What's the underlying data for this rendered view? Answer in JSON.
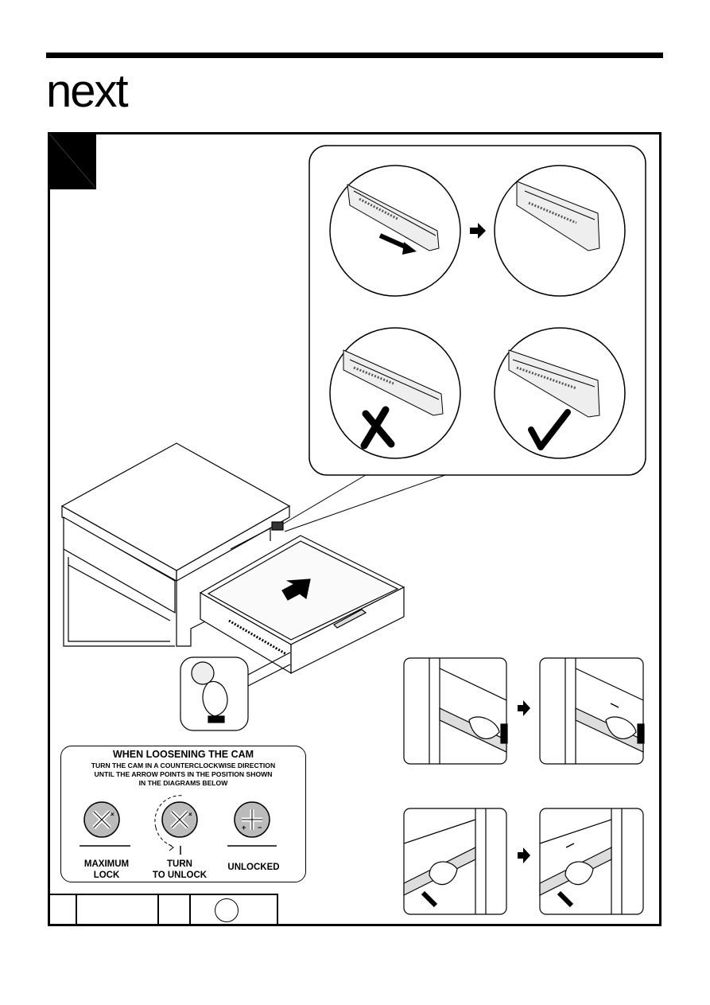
{
  "header": {
    "brand_logo": "next"
  },
  "cam_instructions": {
    "title": "WHEN LOOSENING THE CAM",
    "lines": [
      "TURN THE CAM IN A COUNTERCLOCKWISE DIRECTION",
      "UNTIL THE ARROW POINTS IN THE POSITION SHOWN",
      "IN THE DIAGRAMS BELOW"
    ],
    "states": [
      {
        "label_1": "MAXIMUM",
        "label_2": "LOCK"
      },
      {
        "label_1": "TURN",
        "label_2": "TO UNLOCK"
      },
      {
        "label_1": "UNLOCKED",
        "label_2": ""
      }
    ]
  },
  "icons": {
    "arrow": "right-arrow-icon",
    "wrong": "cross-mark-icon",
    "correct": "check-mark-icon",
    "cam": "cam-lock-icon"
  }
}
